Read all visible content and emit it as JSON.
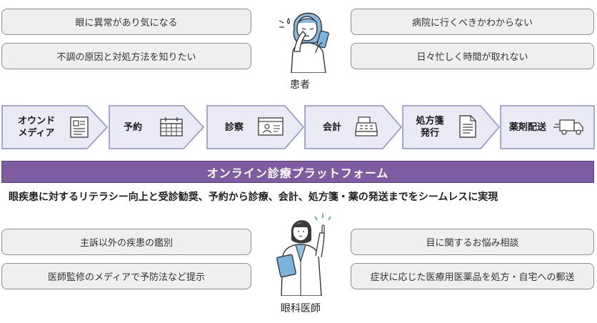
{
  "patient": {
    "label": "患者",
    "concerns_left": [
      "眼に異常があり気になる",
      "不調の原因と対処方法を知りたい"
    ],
    "concerns_right": [
      "病院に行くべきかわからない",
      "日々忙しく時間が取れない"
    ]
  },
  "flow": {
    "steps": [
      {
        "label": "オウンド\nメディア",
        "icon": "document-icon"
      },
      {
        "label": "予約",
        "icon": "calendar-icon"
      },
      {
        "label": "診察",
        "icon": "video-consultation-icon"
      },
      {
        "label": "会計",
        "icon": "cash-register-icon"
      },
      {
        "label": "処方箋\n発行",
        "icon": "prescription-document-icon"
      },
      {
        "label": "薬剤配送",
        "icon": "delivery-truck-icon"
      }
    ]
  },
  "platform": {
    "title": "オンライン診療プラットフォーム",
    "description": "眼疾患に対するリテラシー向上と受診勧奨、予約から診療、会計、処方箋・薬の発送までをシームレスに実現"
  },
  "doctor": {
    "label": "眼科医師",
    "roles_left": [
      "主訴以外の疾患の鑑別",
      "医師監修のメディアで予防法など提示"
    ],
    "roles_right": [
      "目に関するお悩み相談",
      "症状に応じた医療用医薬品を処方・自宅への郵送"
    ]
  },
  "colors": {
    "platform_band": "#7e5ca1",
    "flow_step_fill": "#e9eaf6",
    "flow_step_border": "#8a8fc7",
    "pill_fill": "#efefef"
  }
}
